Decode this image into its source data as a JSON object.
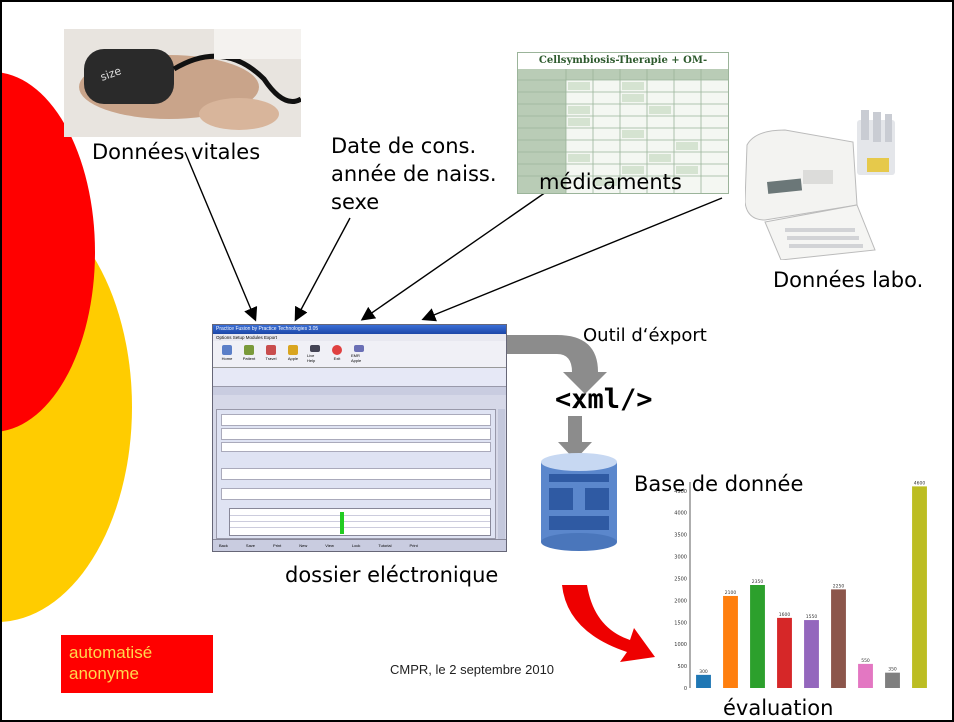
{
  "labels": {
    "donnees_vitales": "Données vitales",
    "date_cons": "Date de cons.\nannée de naiss.\nsexe",
    "medicaments": "médicaments",
    "donnees_labo": "Données labo.",
    "outil_export": "Outil d‘éxport",
    "xml_tag": "<xml/>",
    "base_de_donnee": "Base de donnée",
    "dossier": "dossier eléctronique",
    "evaluation": "évaluation",
    "badge": "automatisé\nanonyme",
    "footer": "CMPR, le 2 septembre 2010"
  },
  "med_table": {
    "title": "Cellsymbiosis-Therapie + OM-Präparate"
  },
  "ehr_window": {
    "title": "Practice Fusion by Practice Technologies  3.05",
    "menu": "Options  Setup  Modules  Export",
    "toolbar": [
      "Home",
      "Patient",
      "Travel",
      "Apple",
      "Live Help",
      "Exit",
      "EMR Apple"
    ],
    "status": [
      "Back",
      "Save",
      "Print",
      "New",
      "View",
      "Lock",
      "Tutorial",
      "Print"
    ]
  },
  "colors": {
    "red": "#ff0000",
    "yellow": "#ffcc00",
    "badge_text": "#ffd84d"
  },
  "chart_data": {
    "type": "bar",
    "ylabel": "",
    "values": [
      300,
      2100,
      2350,
      1600,
      1550,
      2250,
      550,
      350,
      4600
    ],
    "value_labels": [
      "300",
      "2100",
      "2350",
      "1600",
      "1550",
      "2250",
      "550",
      "350",
      "4600"
    ],
    "colors": [
      "#1f77b4",
      "#ff7f0e",
      "#2ca02c",
      "#d62728",
      "#9467bd",
      "#8c564b",
      "#e377c2",
      "#7f7f7f",
      "#bcbd22"
    ],
    "yticks": [
      "0",
      "500",
      "1000",
      "1500",
      "2000",
      "2500",
      "3000",
      "3500",
      "4000",
      "4500"
    ],
    "ylim": [
      0,
      4700
    ]
  }
}
